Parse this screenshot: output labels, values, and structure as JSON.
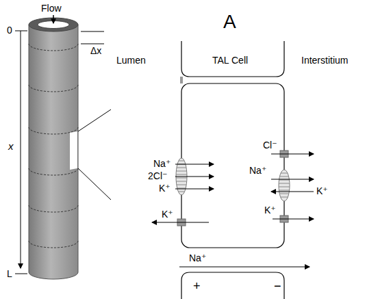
{
  "diagram": {
    "labels": [
      "Flow",
      "0",
      "Δx",
      "x",
      "L",
      "A",
      "Lumen",
      "TAL Cell",
      "Interstitium",
      "Na⁺",
      "2Cl⁻",
      "K⁺",
      "K⁺",
      "Cl⁻",
      "Na⁺",
      "K⁺",
      "K⁺",
      "Na⁺",
      "+",
      "−"
    ]
  }
}
